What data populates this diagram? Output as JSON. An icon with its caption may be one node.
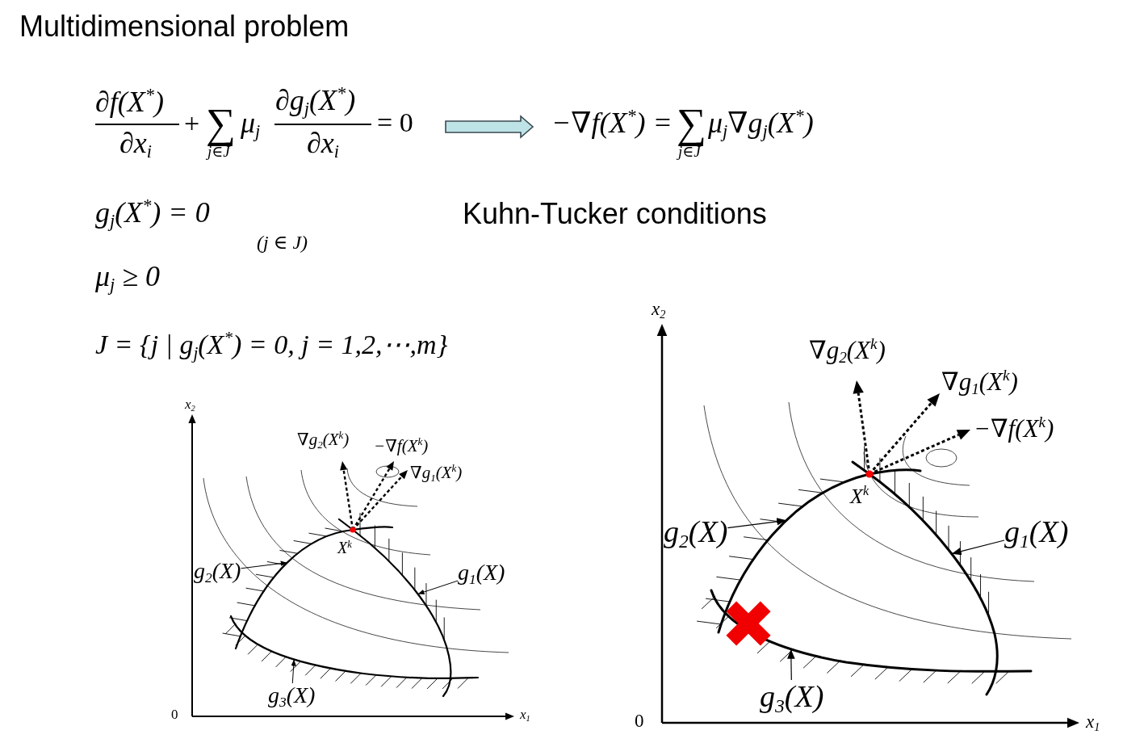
{
  "diagram": {
    "title": "Multidimensional problem",
    "nodes": [
      {
        "text": [
          "∂f(X$^{*}$)",
          "∂x$_{i}$",
          "+",
          "∑",
          "j∈J",
          "μ$_{j}$",
          "∂g$_{j}$(X$^{*}$)",
          "∂x$_{i}$",
          "= 0"
        ]
      },
      {
        "text": [
          "−∇f(X$^{*}$) =",
          "∑",
          "j∈J",
          "μ$_{j}$∇g$_{j}$(X$^{*}$)"
        ]
      },
      {
        "text": [
          "g$_{2}$(X)"
        ]
      },
      {
        "text": [
          "g$_{1}$(X)"
        ]
      },
      {
        "text": [
          "g$_{3}$(X)"
        ]
      },
      {
        "text": [],
        "shape": "curve"
      },
      {
        "text": [],
        "shape": "curve"
      },
      {
        "text": [],
        "shape": "curve"
      },
      {
        "text": [
          "g$_{2}$(X)"
        ]
      },
      {
        "text": [
          "g$_{1}$(X)"
        ]
      },
      {
        "text": [
          "g$_{3}$(X)"
        ]
      },
      {
        "text": [],
        "shape": "curve"
      },
      {
        "text": [],
        "shape": "curve"
      },
      {
        "text": [],
        "shape": "curve"
      }
    ],
    "edges": [
      {
        "from": 0,
        "to": 1,
        "arrow": "to",
        "style": "thick",
        "color": "#bde3e6"
      },
      {
        "from": 2,
        "to": 5,
        "arrow": "to"
      },
      {
        "from": 3,
        "to": 6,
        "arrow": "to"
      },
      {
        "from": 4,
        "to": 7,
        "arrow": "to"
      },
      {
        "from": 8,
        "to": 11,
        "arrow": "to"
      },
      {
        "from": 9,
        "to": 12,
        "arrow": "to"
      },
      {
        "from": 10,
        "to": 13,
        "arrow": "to"
      }
    ],
    "labels": [
      "g$_{j}$(X$^{*}$) = 0",
      "Kuhn-Tucker conditions",
      "(j ∈ J)",
      "μ$_{j}$ ≥ 0",
      "J = {j | g$_{j}$(X$^{*}$) = 0, j = 1,2,⋯,m}",
      "x$_{2}$",
      "∇g$_{2}$(X$^{k}$)",
      "−∇f(X$^{k}$)",
      "∇g$_{1}$(X$^{k}$)",
      "X$^{k}$",
      "0",
      "x$_{1}$",
      "x$_{2}$",
      "∇g$_{2}$(X$^{k}$)",
      "∇g$_{1}$(X$^{k}$)",
      "−∇f(X$^{k}$)",
      "X$^{k}$",
      "0",
      "x$_{1}$"
    ]
  }
}
